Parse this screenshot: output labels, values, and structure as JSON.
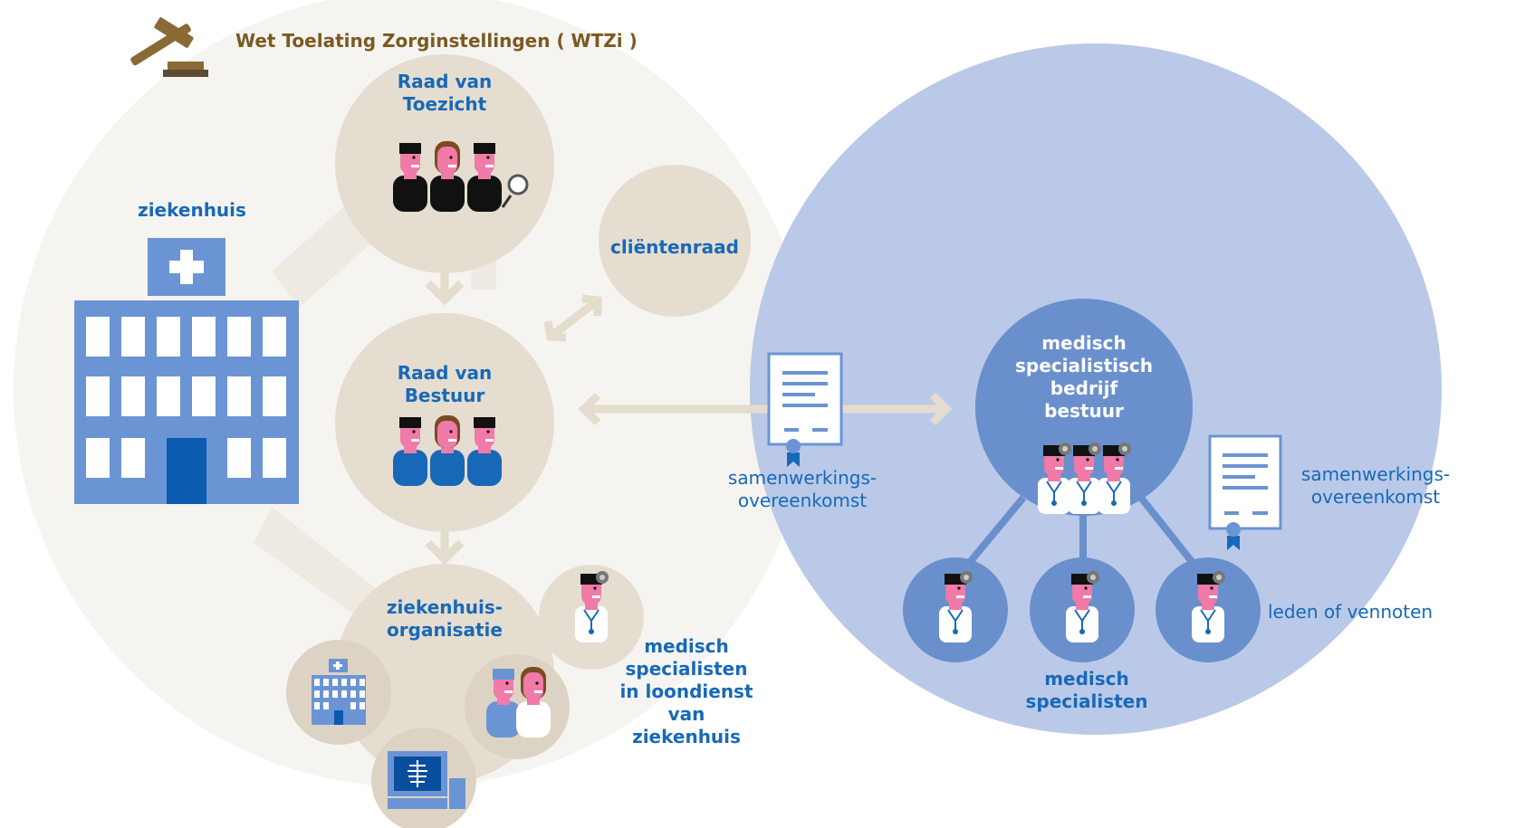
{
  "title": "Wet Toelating Zorginstellingen ( WTZi )",
  "colors": {
    "beige_bg": "#f6f4f0",
    "beige_circle": "#e5ddd0",
    "beige_arrow": "#e4dccd",
    "blue_bg": "#bac9e8",
    "blue_circle": "#6a8fcd",
    "label_blue": "#1769b8",
    "building_blue": "#6b94d4",
    "title_brown": "#7a5a22"
  },
  "nodes": {
    "hospital": "ziekenhuis",
    "supervisory_board": "Raad van\nToezicht",
    "client_council": "cliëntenraad",
    "executive_board": "Raad van\nBestuur",
    "hospital_org": "ziekenhuis-\norganisatie",
    "salaried_specialists": "medisch\nspecialisten\nin loondienst\nvan\nziekenhuis",
    "contract_left": "samenwerkings-\novereenkomst",
    "msb_board": "medisch\nspecialistisch\nbedrijf\nbestuur",
    "contract_right": "samenwerkings-\novereenkomst",
    "members": "leden of vennoten",
    "specialists": "medisch\nspecialisten"
  },
  "icons": [
    "gavel-icon",
    "hospital-building-icon",
    "board-people-icon",
    "magnifier-icon",
    "doctor-icon",
    "document-icon",
    "xray-monitor-icon",
    "nurse-icon"
  ]
}
